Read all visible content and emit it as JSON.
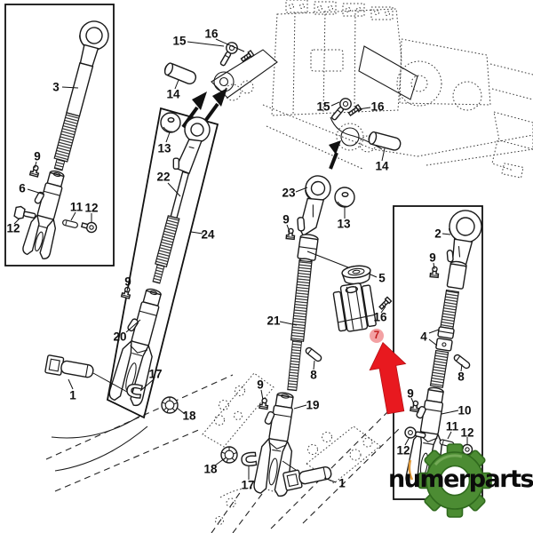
{
  "page": {
    "background_color": "#ffffff"
  },
  "branding": {
    "logo_text": "numerparts",
    "gear_color": "#4c8c33",
    "gear_outline_color": "#2f691d",
    "logo_text_color": "#0b0b0b"
  },
  "highlight": {
    "circled_number": "7",
    "circle_color": "#f3a1a3",
    "number_color": "#c21a1a",
    "arrow_color": "#e8191f"
  },
  "callouts": {
    "box1_3": "3",
    "box1_9": "9",
    "box1_6": "6",
    "box1_12_left": "12",
    "box1_11": "11",
    "box1_12_right": "12",
    "box2_13": "13",
    "box2_22": "22",
    "box2_24": "24",
    "box2_9": "9",
    "box2_20": "20",
    "box2_1": "1",
    "box2_17": "17",
    "box2_18": "18",
    "mach_left_15": "15",
    "mach_left_16": "16",
    "mach_left_14": "14",
    "mach_right_15": "15",
    "mach_right_16": "16",
    "mach_right_14": "14",
    "mid_23": "23",
    "mid_13": "13",
    "mid_9_upper": "9",
    "mid_5": "5",
    "mid_16": "16",
    "mid_21": "21",
    "mid_8": "8",
    "mid_9_lower": "9",
    "mid_19": "19",
    "mid_18": "18",
    "mid_17": "17",
    "mid_1": "1",
    "box3_2": "2",
    "box3_9_upper": "9",
    "box3_4": "4",
    "box3_8": "8",
    "box3_9_lower": "9",
    "box3_10": "10",
    "box3_12_left": "12",
    "box3_11": "11",
    "box3_12_right": "12"
  }
}
